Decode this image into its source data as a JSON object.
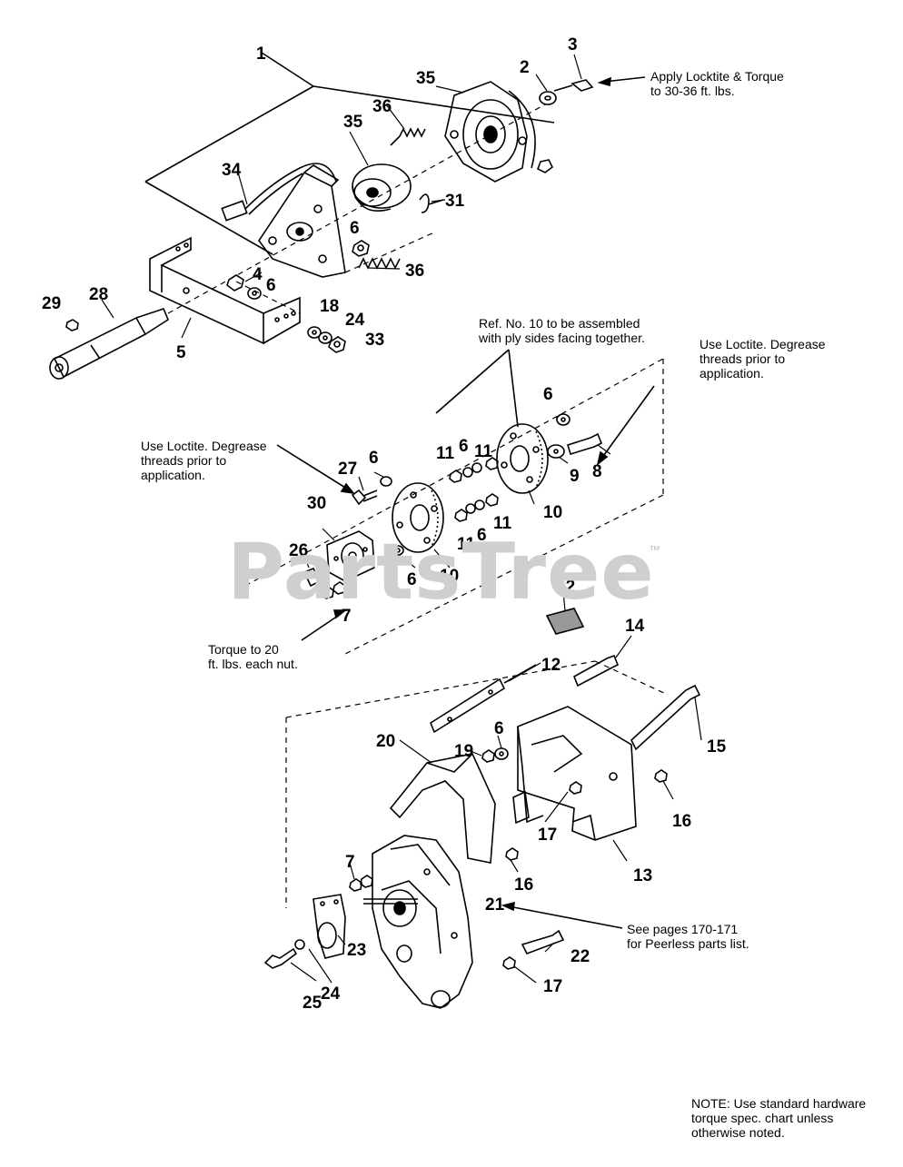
{
  "watermark": "PartsTree",
  "watermark_tm": "™",
  "notes": {
    "locktite": "Apply Locktite & Torque\nto 30-36 ft. lbs.",
    "ref10": "Ref. No. 10 to be assembled\nwith ply sides facing together.",
    "loctite_right": "Use Loctite. Degrease\nthreads prior to\napplication.",
    "loctite_left": "Use Loctite. Degrease\nthreads prior to\napplication.",
    "torque20": "Torque to 20\nft. lbs. each nut.",
    "peerless": "See pages 170-171\nfor Peerless parts list.",
    "standard": "NOTE: Use standard hardware\ntorque spec. chart unless\notherwise noted."
  },
  "part_numbers": [
    "1",
    "2",
    "3",
    "35",
    "36",
    "35",
    "34",
    "31",
    "6",
    "36",
    "4",
    "6",
    "29",
    "28",
    "5",
    "18",
    "24",
    "33",
    "6",
    "8",
    "9",
    "10",
    "11",
    "6",
    "11",
    "11",
    "6",
    "11",
    "10",
    "27",
    "6",
    "30",
    "26",
    "6",
    "7",
    "32",
    "14",
    "12",
    "15",
    "20",
    "6",
    "19",
    "16",
    "17",
    "13",
    "16",
    "7",
    "21",
    "22",
    "23",
    "24",
    "25",
    "17"
  ]
}
